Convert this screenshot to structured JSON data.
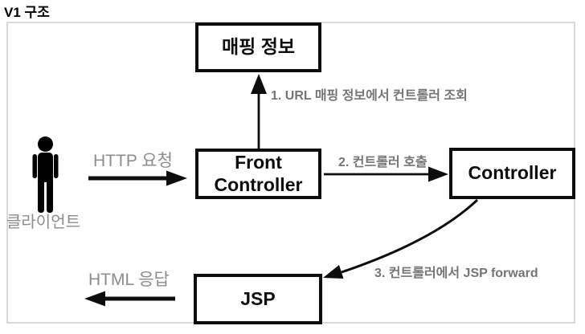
{
  "title": "V1 구조",
  "boxes": {
    "mapping": "매핑 정보",
    "front_controller": "Front Controller",
    "controller": "Controller",
    "jsp": "JSP"
  },
  "labels": {
    "client": "클라이언트",
    "http_request": "HTTP 요청",
    "html_response": "HTML 응답",
    "step1": "1. URL 매핑 정보에서 컨트롤러 조회",
    "step2": "2. 컨트롤러 호출",
    "step3": "3. 컨트롤러에서 JSP forward"
  },
  "colors": {
    "box_border": "#0d0d0d",
    "frame_border": "#d9d9d9",
    "gray_label": "#8c8c8c",
    "step_label": "#747474",
    "arrow": "#0d0d0d",
    "background": "#ffffff"
  }
}
